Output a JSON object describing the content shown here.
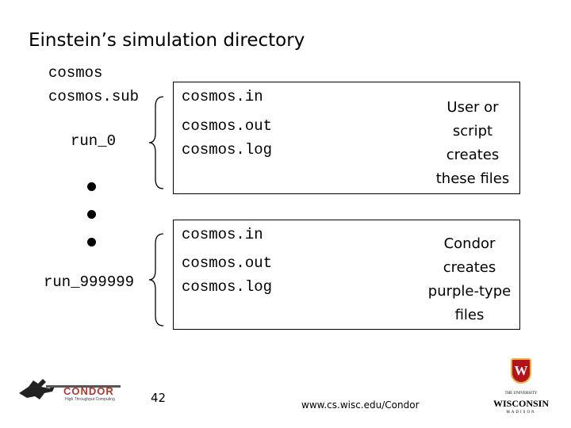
{
  "slide": {
    "title": "Einstein’s simulation directory",
    "top_files": [
      "cosmos",
      "cosmos.sub"
    ],
    "run_first": "run_0",
    "run_last": "run_999999",
    "box1_files": [
      "cosmos.in",
      "cosmos.out",
      "cosmos.log"
    ],
    "box2_files": [
      "cosmos.in",
      "cosmos.out",
      "cosmos.log"
    ],
    "note_user": [
      "User or",
      "script",
      "creates",
      "these files"
    ],
    "note_condor": [
      "Condor",
      "creates",
      "purple-type",
      "files"
    ],
    "page_number": "42",
    "url": "www.cs.wisc.edu/Condor"
  },
  "logos": {
    "condor": "CONDOR",
    "condor_tagline": "High Throughput Computing",
    "wisconsin_top": "THE UNIVERSITY",
    "wisconsin_name": "WISCONSIN",
    "wisconsin_bottom": "MADISON",
    "wisconsin_crest": "W"
  },
  "colors": {
    "condor_red": "#b0362e",
    "wisc_red": "#b5121b",
    "wisc_gold": "#e8b43c"
  }
}
